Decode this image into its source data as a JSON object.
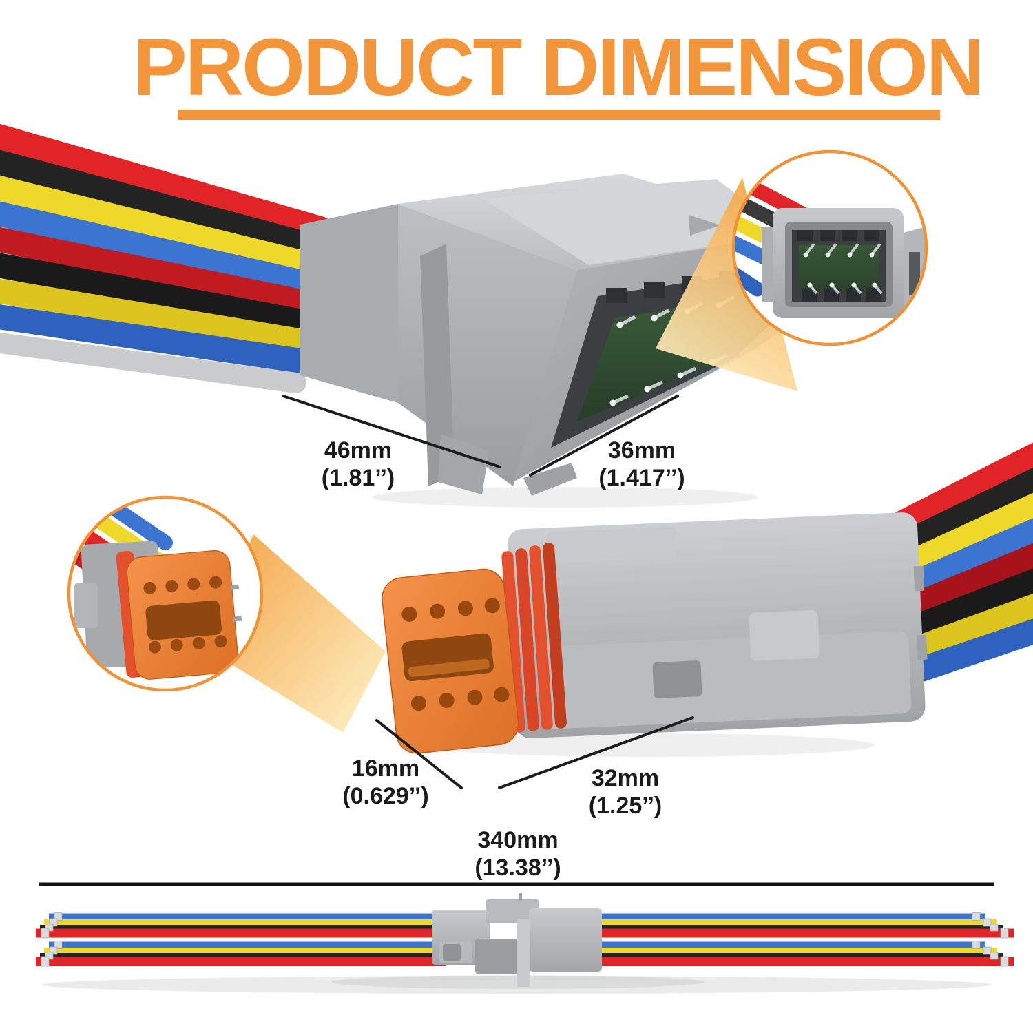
{
  "header": {
    "title": "PRODUCT DIMENSION"
  },
  "colors": {
    "accent": "#F2953B",
    "dimension_text": "#1A1A1A",
    "dimension_line": "#1C1C1C",
    "inset_ring": "#F09238",
    "beam_start": "#F5A94C",
    "beam_end": "#FCE9B4",
    "connector_gray": "#ABAFB1",
    "connector_gray_light": "#CDD1D3",
    "connector_gray_dark": "#8F9395",
    "seal_orange": "#E5502C",
    "face_orange": "#EF8A3E",
    "face_hole_orange": "#96480F",
    "pin_cavity_green": "#2F4A30",
    "wire_red": "#E02428",
    "wire_black": "#232323",
    "wire_yellow": "#EED829",
    "wire_blue": "#3B74D1"
  },
  "male_connector": {
    "name": "8-pin male connector front view",
    "width_label": {
      "mm": "46mm",
      "inch": "(1.81’’)"
    },
    "depth_label": {
      "mm": "36mm",
      "inch": "(1.417’’)"
    }
  },
  "female_connector": {
    "name": "8-socket female connector with orange seal",
    "height_label": {
      "mm": "16mm",
      "inch": "(0.629’’)"
    },
    "depth_label": {
      "mm": "32mm",
      "inch": "(1.25’’)"
    }
  },
  "harness": {
    "name": "full wire harness side view",
    "length_label": {
      "mm": "340mm",
      "inch": "(13.38’’)"
    },
    "wire_colors": [
      "red",
      "black",
      "yellow",
      "blue"
    ]
  }
}
